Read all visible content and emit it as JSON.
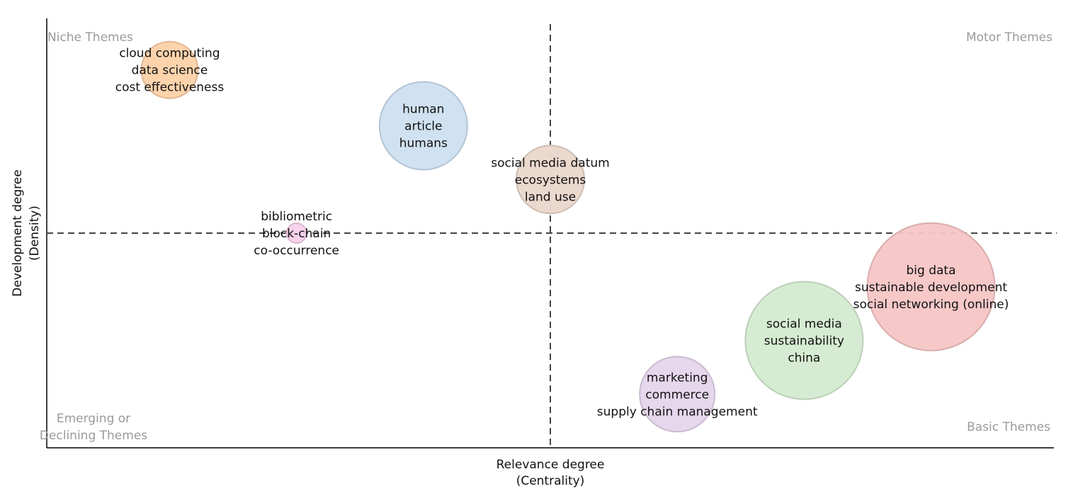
{
  "chart_data": {
    "type": "scatter",
    "xlabel": [
      "Relevance degree",
      "(Centrality)"
    ],
    "ylabel": [
      "Development degree",
      "(Density)"
    ],
    "quadrants": {
      "top_left": "Niche Themes",
      "top_right": "Motor Themes",
      "bottom_left": [
        "Emerging or",
        "Declining Themes"
      ],
      "bottom_right": "Basic Themes"
    },
    "reference_lines": {
      "style": "dashed",
      "vertical_at_center": true,
      "horizontal_at_center": true
    },
    "grid": false,
    "clusters": [
      {
        "terms": [
          "cloud computing",
          "data science",
          "cost effectiveness"
        ],
        "x": 0.122,
        "y": 0.88,
        "size": 0.4,
        "color": "#fdd1a8"
      },
      {
        "terms": [
          "human",
          "article",
          "humans"
        ],
        "x": 0.374,
        "y": 0.75,
        "size": 0.62,
        "color": "#cddff0"
      },
      {
        "terms": [
          "social media datum",
          "ecosystems",
          "land use"
        ],
        "x": 0.5,
        "y": 0.625,
        "size": 0.48,
        "color": "#ead7cb"
      },
      {
        "terms": [
          "bibliometric",
          "block-chain",
          "co-occurrence"
        ],
        "x": 0.248,
        "y": 0.5,
        "size": 0.14,
        "color": "#f8d1ea"
      },
      {
        "terms": [
          "big data",
          "sustainable development",
          "social networking (online)"
        ],
        "x": 0.878,
        "y": 0.375,
        "size": 0.9,
        "color": "#f7c5c5"
      },
      {
        "terms": [
          "social media",
          "sustainability",
          "china"
        ],
        "x": 0.752,
        "y": 0.25,
        "size": 0.83,
        "color": "#d4ebd0"
      },
      {
        "terms": [
          "marketing",
          "commerce",
          "supply chain management"
        ],
        "x": 0.626,
        "y": 0.125,
        "size": 0.53,
        "color": "#e5d5eb"
      }
    ]
  }
}
